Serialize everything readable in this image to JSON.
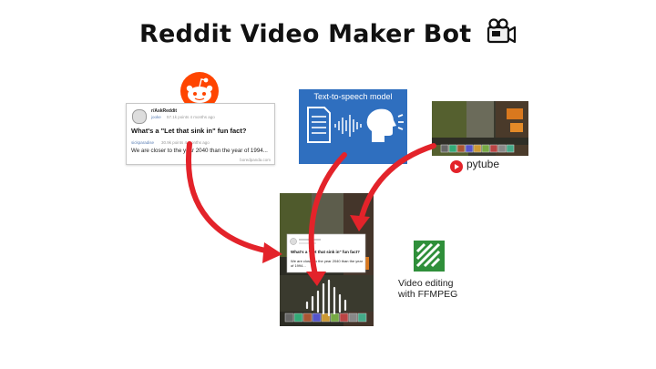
{
  "title": "Reddit Video Maker Bot",
  "reddit_card": {
    "subreddit": "r/AskReddit",
    "user": "jooke",
    "meta": "57.1k points 4 months ago",
    "question": "What's a \"Let that sink in\" fun fact?",
    "reply_user": "sickparadise",
    "reply_meta": "30.9k points 4 months ago",
    "reply_body": "We are closer to the year 2040 than the year of 1994...",
    "source": "boredpanda.com"
  },
  "tts": {
    "title": "Text-to-speech model"
  },
  "pytube": {
    "label": "pytube"
  },
  "ffmpeg": {
    "label_line1": "Video editing",
    "label_line2": "with FFMPEG"
  },
  "final_video": {
    "question": "What's a \"Let that sink in\" fun fact?",
    "body": "We are closer to the year 2040 than the year of 1994..."
  },
  "colors": {
    "arrow_red": "#e3232a",
    "reddit_orange": "#ff4500",
    "tts_blue": "#2f6fbf",
    "ffmpeg_green": "#2f8f3a"
  },
  "icons": [
    "reddit-logo-icon",
    "camera-icon",
    "document-icon",
    "soundwave-icon",
    "speaking-head-icon",
    "youtube-play-icon",
    "ffmpeg-logo-icon"
  ]
}
